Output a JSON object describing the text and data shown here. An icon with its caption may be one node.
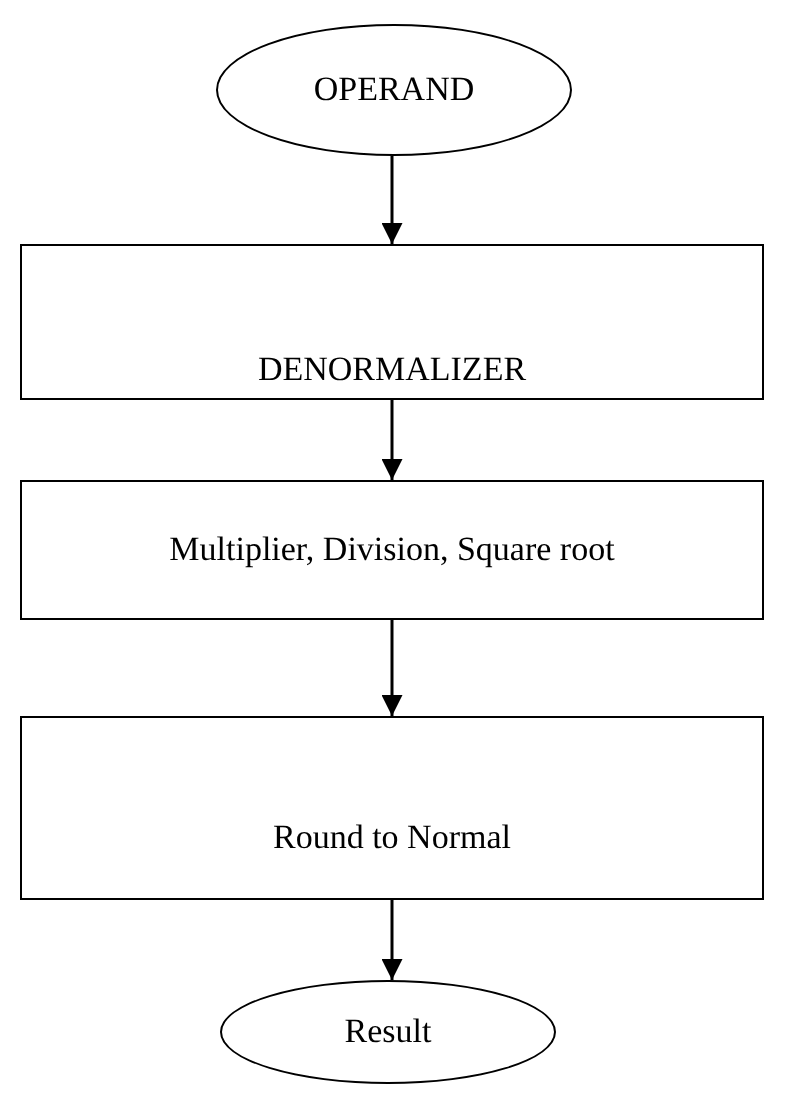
{
  "diagram": {
    "nodes": [
      {
        "text": [
          "OPERAND"
        ]
      },
      {
        "text": [
          "DENORMALIZER"
        ]
      },
      {
        "text": [
          "Multiplier, Division, Square root"
        ]
      },
      {
        "text": [
          "Round to Normal"
        ]
      },
      {
        "text": [
          "Result"
        ]
      }
    ],
    "edges": [
      {
        "from": 0,
        "to": 1,
        "arrow": "to"
      },
      {
        "from": 1,
        "to": 2,
        "arrow": "to"
      },
      {
        "from": 2,
        "to": 3,
        "arrow": "to"
      },
      {
        "from": 3,
        "to": 4,
        "arrow": "to"
      }
    ]
  }
}
